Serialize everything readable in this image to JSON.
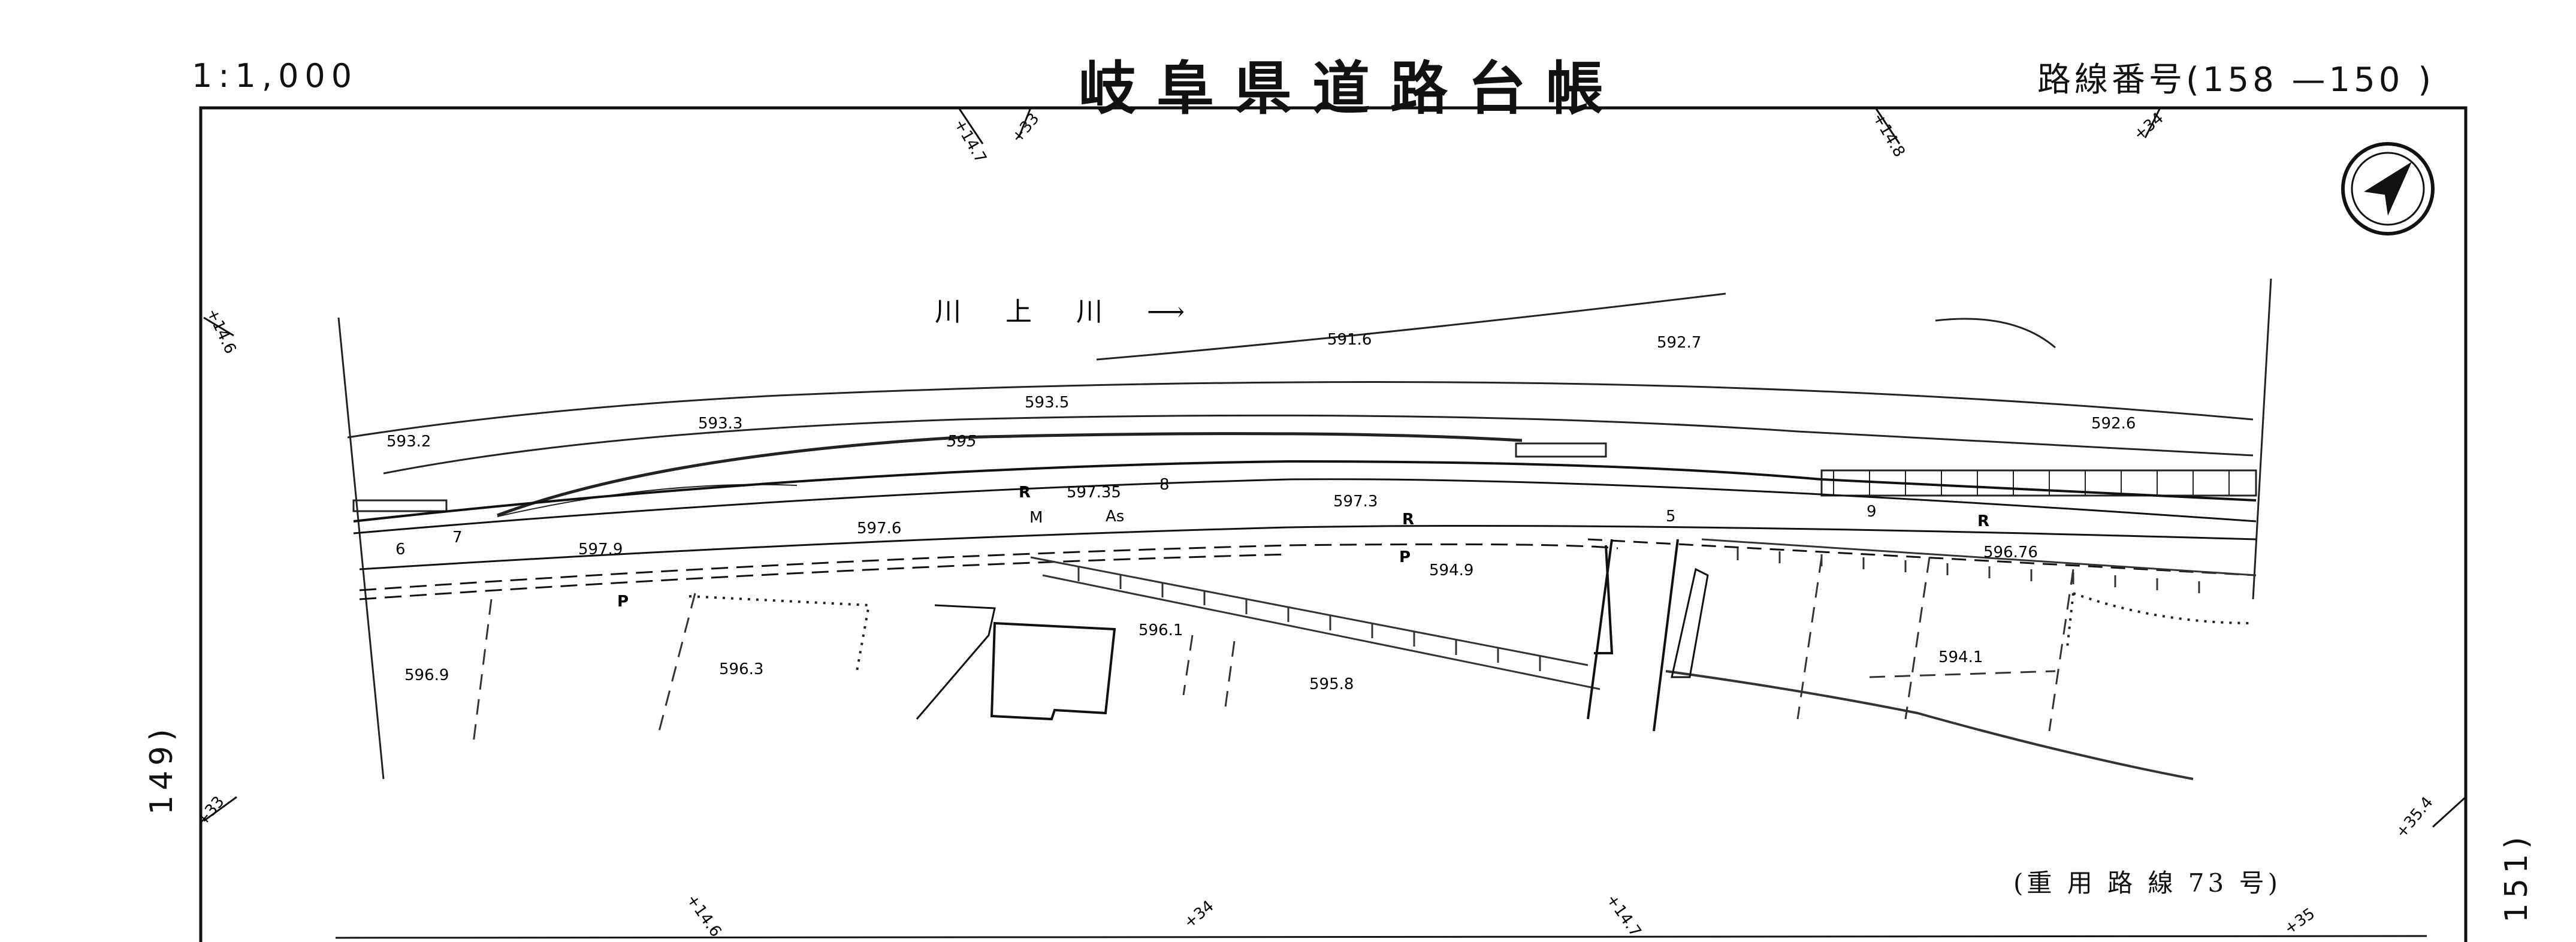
{
  "header": {
    "scale": "1:1,000",
    "title": "岐阜県道路台帳",
    "route_number": "路線番号(158 —150 )"
  },
  "footer": {
    "shared_route": "(重 用 路 線 73 号)"
  },
  "adjacent_sheets": {
    "left": "149)",
    "right": "151)"
  },
  "river_label": "川 上 川 ⟶",
  "contour_label": "595",
  "stations_top": [
    "+14.7",
    "+33",
    "+14.8",
    "+34"
  ],
  "stations_left": [
    "+14.6",
    "+33"
  ],
  "stations_bottom": [
    "+14.6",
    "+34",
    "+14.7",
    "+35"
  ],
  "station_right": "+35.4",
  "spot_heights": [
    "591.6",
    "592.7",
    "593.5",
    "593.3",
    "593.2",
    "592.6",
    "597.35",
    "597.3",
    "597.6",
    "597.9",
    "596.76",
    "594.9",
    "596.1",
    "595.8",
    "596.9",
    "596.3",
    "594.1"
  ],
  "road_marks": [
    "R",
    "R",
    "R",
    "P",
    "P",
    "As",
    "M",
    "7",
    "8",
    "9",
    "6",
    "5"
  ]
}
